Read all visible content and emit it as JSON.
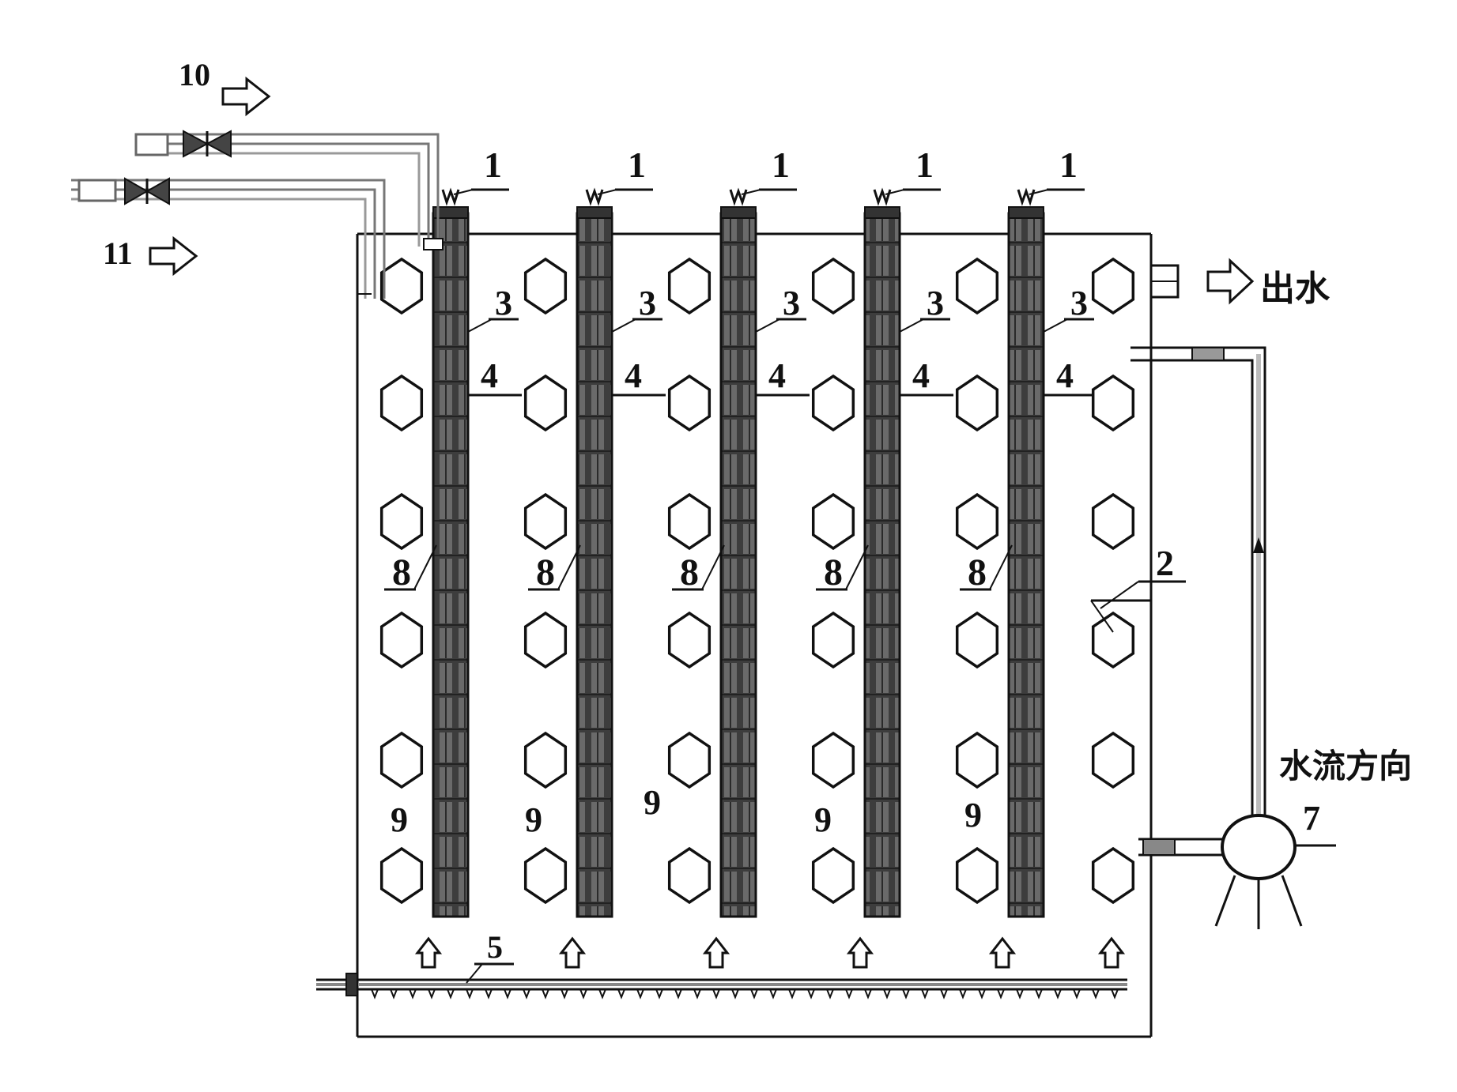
{
  "labels": {
    "electrode": "1",
    "tank_wall": "2",
    "part3": "3",
    "part4": "4",
    "aerator": "5",
    "pump": "7",
    "part8": "8",
    "filler": "9",
    "gas_outlet_10": "10",
    "gas_outlet_11": "11",
    "water_out": "出水",
    "flow_direction": "水流方向"
  },
  "counts": {
    "electrodes": 5,
    "filler_columns": 6,
    "filler_rows": 6,
    "aeration_arrows": 6
  },
  "colors": {
    "line": "#111111",
    "electrode_fill": "#3a3a3a",
    "pipe": "#777777",
    "background": "#ffffff"
  }
}
